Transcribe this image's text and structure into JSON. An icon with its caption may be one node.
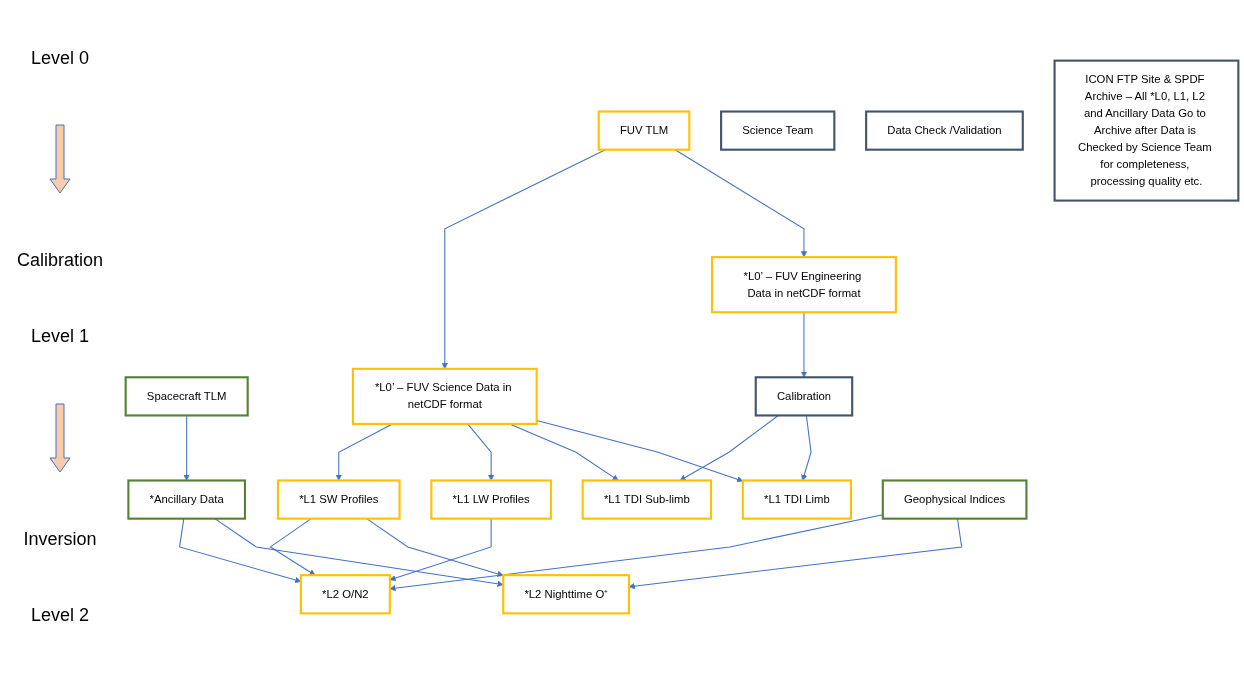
{
  "diagram": {
    "nodes": [
      {
        "text": [
          "FUV TLM"
        ]
      },
      {
        "text": [
          "Spacecraft TLM"
        ]
      },
      {
        "text": [
          "Science Team"
        ]
      },
      {
        "text": [
          "*L0’ – FUV Science Data in netCDF format"
        ]
      },
      {
        "text": [
          "*L0’ – FUV Engineering Data in netCDF format"
        ]
      },
      {
        "text": [
          "Calibration"
        ]
      },
      {
        "text": [
          "*L1 SW Profiles"
        ]
      },
      {
        "text": [
          "*L1 LW Profiles"
        ]
      },
      {
        "text": [
          "*Ancillary Data"
        ]
      },
      {
        "text": [
          "*L1 TDI Sub-limb"
        ]
      },
      {
        "text": [
          "*L1 TDI Limb"
        ]
      },
      {
        "text": [
          "Data Check /Validation"
        ]
      },
      {
        "text": [
          "Geophysical Indices"
        ]
      },
      {
        "text": [
          "*L2 O/N2"
        ]
      },
      {
        "text": [
          "*L2 Nighttime O⁺"
        ]
      },
      {
        "text": [
          "ICON FTP Site & SPDF Archive – All *L0, L1, L2 and Ancillary Data Go to Archive after Data is Checked by Science Team for completeness, processing quality etc."
        ]
      }
    ],
    "edges": [
      {
        "from": 0,
        "to": 3,
        "arrow": "to"
      },
      {
        "from": 0,
        "to": 4,
        "arrow": "to"
      },
      {
        "from": 4,
        "to": 5,
        "arrow": "to"
      },
      {
        "from": 1,
        "to": 8,
        "arrow": "to"
      },
      {
        "from": 3,
        "to": 6,
        "arrow": "to"
      },
      {
        "from": 3,
        "to": 7,
        "arrow": "to"
      },
      {
        "from": 3,
        "to": 9,
        "arrow": "to"
      },
      {
        "from": 3,
        "to": 10,
        "arrow": "to"
      },
      {
        "from": 5,
        "to": 9,
        "arrow": "to"
      },
      {
        "from": 5,
        "to": 10,
        "arrow": "to"
      },
      {
        "from": 6,
        "to": 13,
        "arrow": "to"
      },
      {
        "from": 6,
        "to": 14,
        "arrow": "to"
      },
      {
        "from": 7,
        "to": 13,
        "arrow": "to"
      },
      {
        "from": 8,
        "to": 13,
        "arrow": "to"
      },
      {
        "from": 8,
        "to": 14,
        "arrow": "to"
      },
      {
        "from": 12,
        "to": 13,
        "arrow": "to"
      },
      {
        "from": 12,
        "to": 14,
        "arrow": "to"
      }
    ],
    "labels": [
      "Level 0",
      "Calibration",
      "Level 1",
      "Inversion",
      "Level 2"
    ]
  }
}
